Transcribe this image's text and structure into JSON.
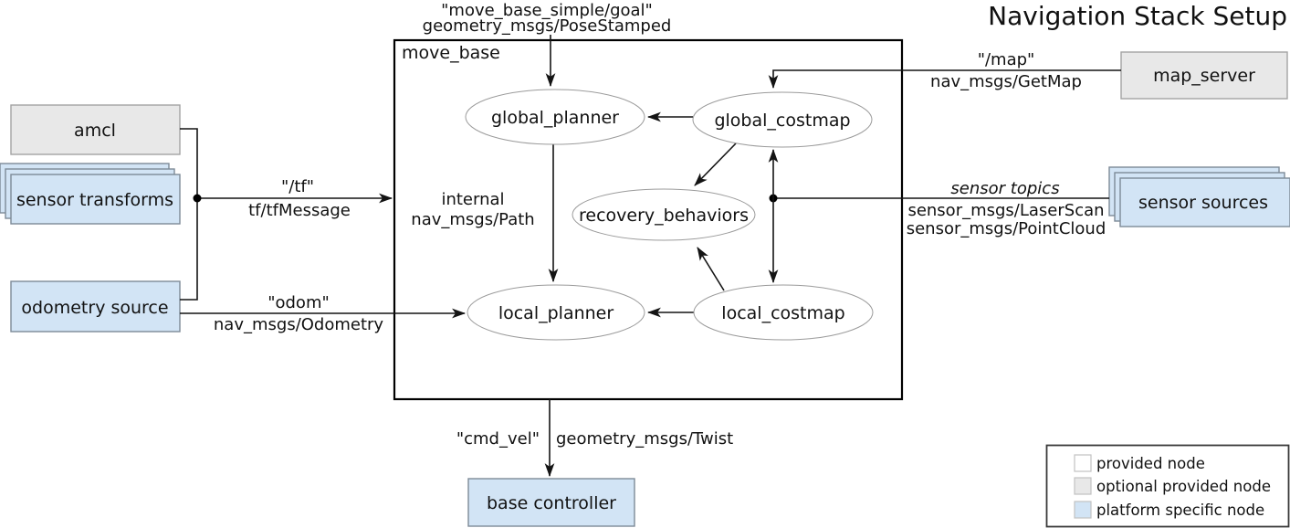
{
  "title": "Navigation Stack Setup",
  "colors": {
    "title": "#39689b",
    "platform_node_fill": "#d2e4f5",
    "optional_node_fill": "#e8e8e8",
    "provided_node_fill": "#ffffff"
  },
  "container": {
    "label": "move_base"
  },
  "nodes": {
    "global_planner": "global_planner",
    "global_costmap": "global_costmap",
    "recovery_behaviors": "recovery_behaviors",
    "local_planner": "local_planner",
    "local_costmap": "local_costmap"
  },
  "external_nodes": {
    "amcl": "amcl",
    "sensor_transforms": "sensor transforms",
    "odometry_source": "odometry source",
    "map_server": "map_server",
    "sensor_sources": "sensor sources",
    "base_controller": "base controller"
  },
  "edges": {
    "goal": {
      "topic": "\"move_base_simple/goal\"",
      "msg_type": "geometry_msgs/PoseStamped"
    },
    "tf": {
      "topic": "\"/tf\"",
      "msg_type": "tf/tfMessage"
    },
    "odom": {
      "topic": "\"odom\"",
      "msg_type": "nav_msgs/Odometry"
    },
    "map": {
      "topic": "\"/map\"",
      "msg_type": "nav_msgs/GetMap"
    },
    "sensor_topics": {
      "topic": "sensor topics",
      "msg_type_1": "sensor_msgs/LaserScan",
      "msg_type_2": "sensor_msgs/PointCloud"
    },
    "internal": {
      "label": "internal",
      "msg_type": "nav_msgs/Path"
    },
    "cmd_vel": {
      "topic": "\"cmd_vel\"",
      "msg_type": "geometry_msgs/Twist"
    }
  },
  "legend": {
    "items": [
      {
        "label": "provided node",
        "fill": "#ffffff"
      },
      {
        "label": "optional provided node",
        "fill": "#e8e8e8"
      },
      {
        "label": "platform specific node",
        "fill": "#d2e4f5"
      }
    ]
  }
}
